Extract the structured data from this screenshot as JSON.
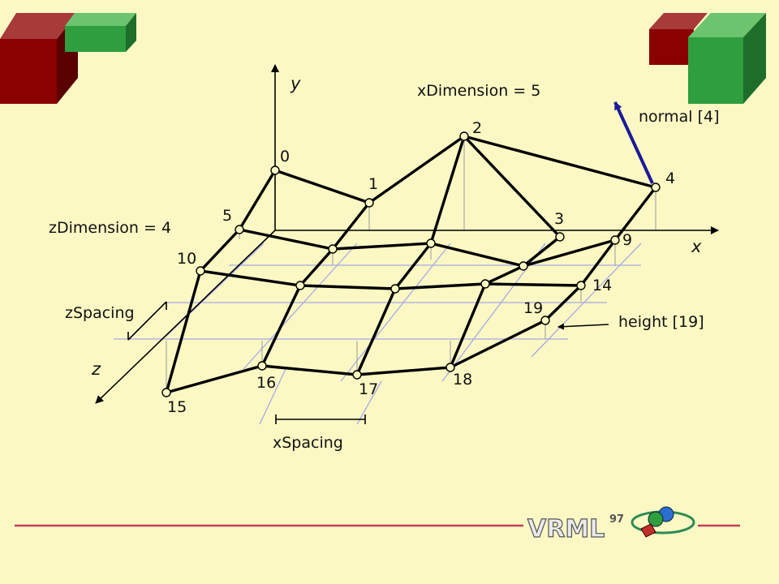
{
  "diagram": {
    "labels": {
      "y_axis": "y",
      "x_axis": "x",
      "z_axis": "z",
      "x_dimension": "xDimension = 5",
      "z_dimension": "zDimension = 4",
      "x_spacing": "xSpacing",
      "z_spacing": "zSpacing",
      "normal": "normal [4]",
      "height": "height [19]"
    },
    "nodes": [
      {
        "id": 0,
        "label": "0"
      },
      {
        "id": 1,
        "label": "1"
      },
      {
        "id": 2,
        "label": "2"
      },
      {
        "id": 3,
        "label": "3"
      },
      {
        "id": 4,
        "label": "4"
      },
      {
        "id": 5,
        "label": "5"
      },
      {
        "id": 9,
        "label": "9"
      },
      {
        "id": 10,
        "label": "10"
      },
      {
        "id": 14,
        "label": "14"
      },
      {
        "id": 15,
        "label": "15"
      },
      {
        "id": 16,
        "label": "16"
      },
      {
        "id": 17,
        "label": "17"
      },
      {
        "id": 18,
        "label": "18"
      },
      {
        "id": 19,
        "label": "19"
      }
    ],
    "colors": {
      "background": "#fbf8c4",
      "grid": "#a8a8e8",
      "normal_arrow": "#1a1a9a",
      "footer_line": "#c0405a",
      "cube_red": "#8b0000",
      "cube_green": "#2e9e3e"
    }
  },
  "footer": {
    "logo_text": "VRML",
    "logo_superscript": "97"
  }
}
